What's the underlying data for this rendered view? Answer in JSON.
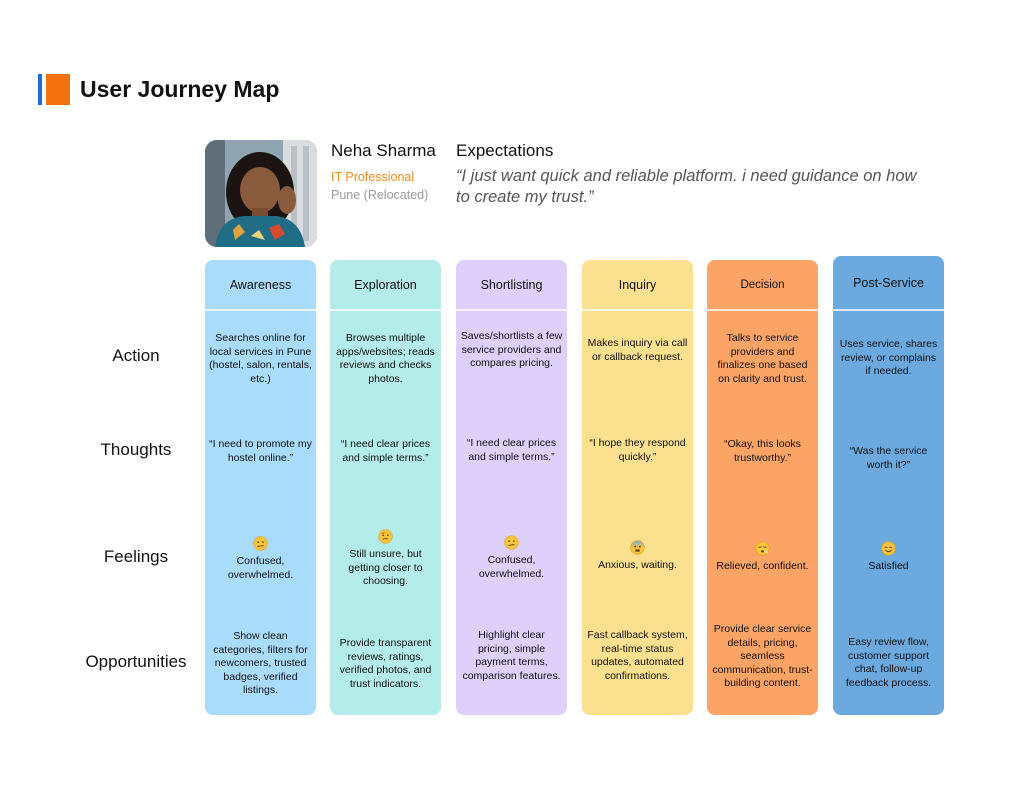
{
  "page": {
    "title": "User Journey Map"
  },
  "persona": {
    "name": "Neha Sharma",
    "role": "IT Professional",
    "location": "Pune (Relocated)"
  },
  "expectations": {
    "title": "Expectations",
    "quote": "“I just want quick and reliable platform. i need guidance on how to create my trust.”"
  },
  "rows": {
    "action": "Action",
    "thoughts": "Thoughts",
    "feelings": "Feelings",
    "opportunities": "Opportunities"
  },
  "stages": [
    {
      "name": "Awareness",
      "color": "#a9dcfa",
      "action": "Searches online for local services in Pune (hostel, salon, rentals, etc.)",
      "thought": "“I need to promote my hostel online.”",
      "feeling_icon": "confused-face-icon",
      "feeling": "Confused, overwhelmed.",
      "opportunity": "Show clean categories, filters for newcomers, trusted badges, verified listings."
    },
    {
      "name": "Exploration",
      "color": "#b3ece8",
      "action": "Browses multiple apps/websites; reads reviews and checks photos.",
      "thought": "“I need clear prices and simple terms.”",
      "feeling_icon": "unsure-face-icon",
      "feeling": "Still unsure, but getting closer to choosing.",
      "opportunity": "Provide transparent reviews, ratings, verified photos, and trust indicators."
    },
    {
      "name": "Shortlisting",
      "color": "#ddd0fa",
      "action": "Saves/shortlists a few service providers and compares pricing.",
      "thought": "“I need clear prices and simple terms.”",
      "feeling_icon": "confused-face-icon",
      "feeling": "Confused, overwhelmed.",
      "opportunity": "Highlight clear pricing, simple payment terms, comparison features."
    },
    {
      "name": "Inquiry",
      "color": "#fbe08f",
      "action": "Makes inquiry via call or callback request.",
      "thought": "“I hope they respond quickly.”",
      "feeling_icon": "anxious-face-icon",
      "feeling": "Anxious, waiting.",
      "opportunity": "Fast callback system, real-time status updates, automated confirmations."
    },
    {
      "name": "Decision",
      "color": "#fba466",
      "action": "Talks to service providers and finalizes one based on clarity and trust.",
      "thought": "“Okay, this looks trustworthy.”",
      "feeling_icon": "relieved-face-icon",
      "feeling": "Relieved, confident.",
      "opportunity": "Provide clear service details, pricing, seamless communication, trust-building content."
    },
    {
      "name": "Post-Service",
      "color": "#6ba9de",
      "action": "Uses service, shares review, or complains if needed.",
      "thought": "“Was the service worth it?”",
      "feeling_icon": "satisfied-face-icon",
      "feeling": "Satisfied",
      "opportunity": "Easy review flow, customer support chat, follow-up feedback process."
    }
  ]
}
